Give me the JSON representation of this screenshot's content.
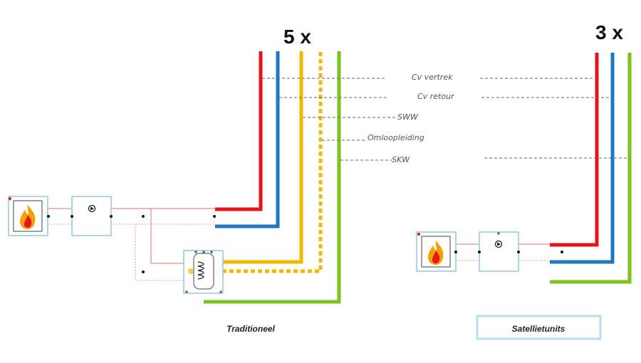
{
  "multipliers": {
    "traditional": "5 x",
    "satellite": "3 x"
  },
  "pipe_labels": {
    "cv_vertrek": "Cv vertrek",
    "cv_retour": "Cv retour",
    "sww": "SWW",
    "omloopleiding": "Omloopleiding",
    "skw": "SKW"
  },
  "captions": {
    "traditional": "Traditioneel",
    "satellite": "Satellietunits"
  },
  "colors": {
    "cv_vertrek": "#e8141b",
    "cv_retour": "#1f77c4",
    "sww": "#f5b800",
    "omloopleiding": "#f5b800",
    "skw": "#7ac21f",
    "device_outline": "#8ec8e0",
    "thin_supply": "#e07070",
    "thin_return": "#e8a0a0",
    "leader": "#666666"
  },
  "icons": {
    "boiler": "flame-icon",
    "pump": "pump-icon",
    "storage_tank": "hot-water-tank-icon"
  }
}
